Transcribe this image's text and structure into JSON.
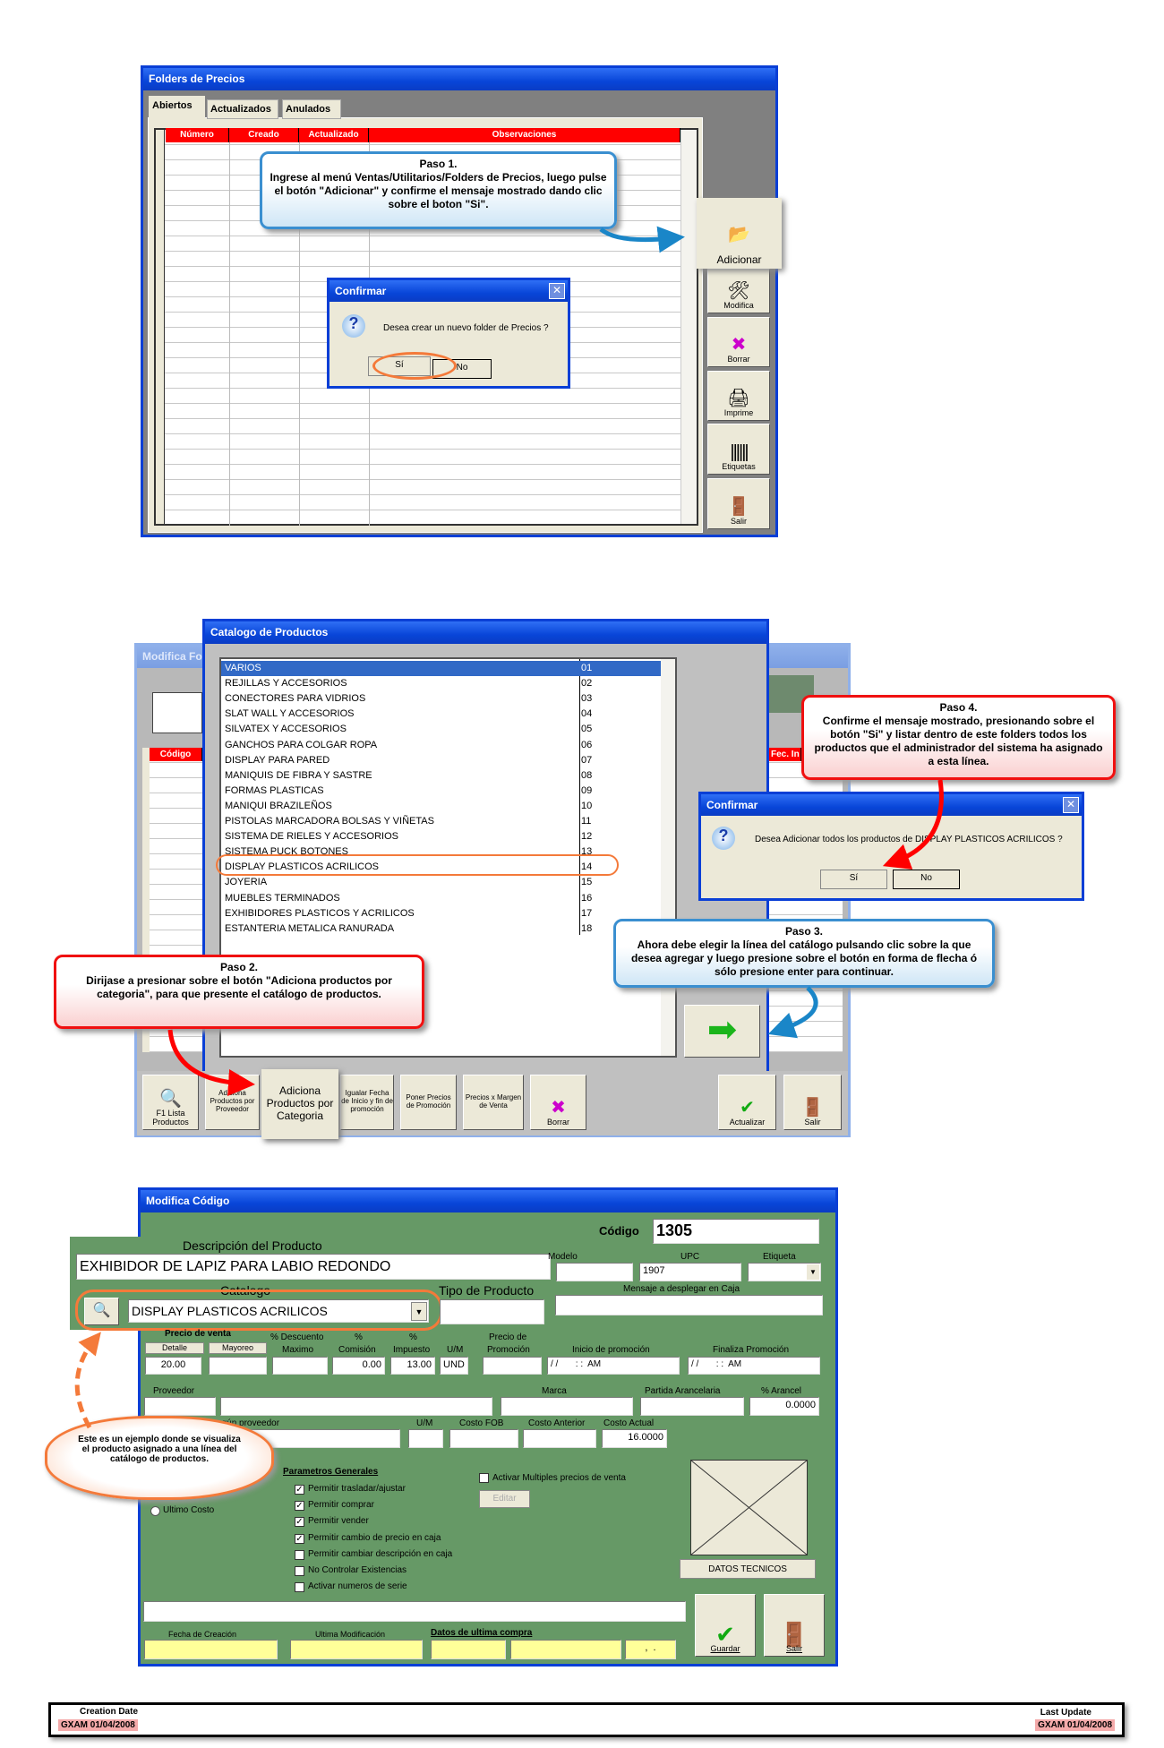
{
  "section1": {
    "window_title": "Folders de Precios",
    "tabs": [
      {
        "label": "Abiertos"
      },
      {
        "label": "Actualizados"
      },
      {
        "label": "Anulados"
      }
    ],
    "columns": [
      "Número",
      "Creado",
      "Actualizado",
      "Observaciones"
    ],
    "toolbar": {
      "adicionar": "Adicionar",
      "modifica": "Modifica",
      "borrar": "Borrar",
      "imprime": "Imprime",
      "etiquetas": "Etiquetas",
      "salir": "Salir"
    },
    "callout": {
      "title": "Paso 1.",
      "text": "Ingrese al menú Ventas/Utilitarios/Folders de Precios, luego pulse el botón \"Adicionar\" y confirme el mensaje mostrado dando clic sobre el boton \"Si\"."
    },
    "dialog": {
      "title": "Confirmar",
      "message": "Desea crear un nuevo folder de Precios ?",
      "yes": "Sí",
      "no": "No"
    }
  },
  "section2": {
    "bg_window_title": "Modifica Fo",
    "bg_columns": {
      "codigo": "Código",
      "fec": "Fec. In"
    },
    "catalog_title": "Catalogo de Productos",
    "catalog": [
      {
        "name": "VARIOS",
        "code": "01"
      },
      {
        "name": "REJILLAS Y ACCESORIOS",
        "code": "02"
      },
      {
        "name": "CONECTORES PARA VIDRIOS",
        "code": "03"
      },
      {
        "name": "SLAT WALL Y ACCESORIOS",
        "code": "04"
      },
      {
        "name": "SILVATEX Y ACCESORIOS",
        "code": "05"
      },
      {
        "name": "GANCHOS PARA COLGAR ROPA",
        "code": "06"
      },
      {
        "name": "DISPLAY  PARA PARED",
        "code": "07"
      },
      {
        "name": "MANIQUIS DE FIBRA  Y SASTRE",
        "code": "08"
      },
      {
        "name": "FORMAS PLASTICAS",
        "code": "09"
      },
      {
        "name": "MANIQUI BRAZILEÑOS",
        "code": "10"
      },
      {
        "name": "PISTOLAS MARCADORA BOLSAS Y VIÑETAS",
        "code": "11"
      },
      {
        "name": "SISTEMA DE RIELES Y ACCESORIOS",
        "code": "12"
      },
      {
        "name": "SISTEMA PUCK BOTONES",
        "code": "13"
      },
      {
        "name": "DISPLAY PLASTICOS ACRILICOS",
        "code": "14"
      },
      {
        "name": "JOYERIA",
        "code": "15"
      },
      {
        "name": "MUEBLES TERMINADOS",
        "code": "16"
      },
      {
        "name": "EXHIBIDORES PLASTICOS Y ACRILICOS",
        "code": "17"
      },
      {
        "name": "ESTANTERIA METALICA RANURADA",
        "code": "18"
      }
    ],
    "toolbar": {
      "f1": "F1 Lista Productos",
      "por_proveedor": "Adiciona Productos por Proveedor",
      "por_categoria": "Adiciona Productos por Categoria",
      "igualar": "Igualar Fecha de Inicio y fin de promoción",
      "poner": "Poner Precios de Promoción",
      "margen": "Precios x Margen de Venta",
      "borrar": "Borrar",
      "actualizar": "Actualizar",
      "salir": "Salir"
    },
    "paso2": {
      "title": "Paso 2.",
      "text": "Dirijase a presionar sobre el botón \"Adiciona productos por categoria\", para que presente el catálogo de productos."
    },
    "paso3": {
      "title": "Paso 3.",
      "text": "Ahora debe elegir la línea del catálogo pulsando clic sobre la que desea agregar y luego presione sobre el botón en forma de flecha ó sólo presione enter para continuar."
    },
    "paso4": {
      "title": "Paso 4.",
      "text": "Confirme el mensaje mostrado, presionando sobre el botón \"Si\" y listar dentro de este folders todos los productos que el administrador del sistema ha asignado a esta línea."
    },
    "dialog": {
      "title": "Confirmar",
      "message": "Desea Adicionar todos los productos de DISPLAY PLASTICOS ACRILICOS ?",
      "yes": "Sí",
      "no": "No"
    }
  },
  "section3": {
    "window_title": "Modifica Código",
    "codigo_label": "Código",
    "codigo": "1305",
    "descripcion_label": "Descripción del Producto",
    "descripcion": "EXHIBIDOR DE LAPIZ PARA LABIO REDONDO",
    "modelo_label": "Modelo",
    "upc_label": "UPC",
    "upc": "1907",
    "etiqueta_label": "Etiqueta",
    "catalogo_label": "Catalogo",
    "catalogo": "DISPLAY PLASTICOS ACRILICOS",
    "tipo_label": "Tipo de Producto",
    "mensaje_label": "Mensaje a desplegar en Caja",
    "precio_venta_label": "Precio de venta",
    "detalle_btn": "Detalle",
    "mayoreo_btn": "Mayoreo",
    "descuento_label": "% Descuento",
    "maximo_label": "Maximo",
    "comision_pct": "%",
    "comision_label": "Comisión",
    "comision": "0.00",
    "impuesto_pct": "%",
    "impuesto_label": "Impuesto",
    "impuesto": "13.00",
    "um_label": "U/M",
    "um": "UND",
    "precio_promo_label1": "Precio de",
    "precio_promo_label2": "Promoción",
    "inicio_label": "Inicio de promoción",
    "inicio": "/ /       : :  AM",
    "finaliza_label": "Finaliza Promoción",
    "finaliza": "/ /       : :  AM",
    "detalle": "20.00",
    "proveedor_label": "Proveedor",
    "marca_label": "Marca",
    "partida_label": "Partida Arancelaria",
    "arancel_label": "% Arancel",
    "arancel": "0.0000",
    "desc_proveedor_label": "Descripción según proveedor",
    "um2_label": "U/M",
    "costo_fob_label": "Costo FOB",
    "costo_anterior_label": "Costo Anterior",
    "costo_actual_label": "Costo Actual",
    "costo_actual": "16.0000",
    "parametros_label": "Parametros Generales",
    "parametros": [
      {
        "label": "Permitir trasladar/ajustar",
        "checked": true
      },
      {
        "label": "Permitir comprar",
        "checked": true
      },
      {
        "label": "Permitir vender",
        "checked": true
      },
      {
        "label": "Permitir cambio de precio en caja",
        "checked": true
      },
      {
        "label": "Permitir cambiar descripción en caja",
        "checked": false
      },
      {
        "label": "No Controlar Existencias",
        "checked": false
      },
      {
        "label": "Activar numeros de serie",
        "checked": false
      }
    ],
    "multiples_label": "Activar Multiples precios de venta",
    "editar_btn": "Editar",
    "ultimo_costo": "Ultimo Costo",
    "datos_tecnicos": "DATOS TECNICOS",
    "fecha_creacion_label": "Fecha de Creación",
    "ultima_mod_label": "Ultima Modificación",
    "datos_compra_label": "Datos de ultima compra",
    "compra_sep": ",  .",
    "guardar": "Guardar",
    "salir": "Salir",
    "cloud": "Este es un ejemplo donde se visualiza el producto asignado a una línea del catálogo de productos."
  },
  "footer": {
    "creation_label": "Creation Date",
    "creation": "GXAM 01/04/2008",
    "update_label": "Last Update",
    "update": "GXAM 01/04/2008"
  },
  "colors": {
    "titlebar": "#0a3fd6",
    "grid_header": "#ff0000",
    "form_bg": "#669966",
    "callout_red": "#f01010",
    "callout_blue": "#3a8fd0",
    "highlight": "#f47a3a"
  }
}
